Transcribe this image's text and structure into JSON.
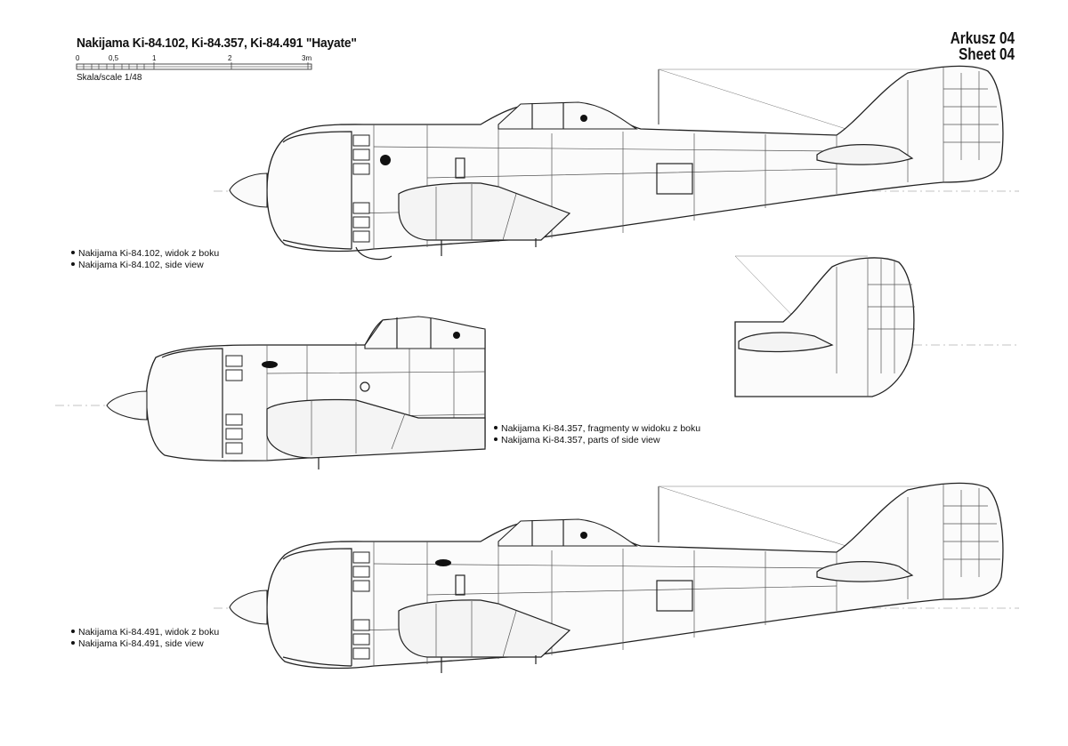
{
  "sheet": {
    "title": "Nakijama Ki-84.102, Ki-84.357, Ki-84.491 \"Hayate\"",
    "number_pl": "Arkusz 04",
    "number_en": "Sheet 04"
  },
  "scale": {
    "ticks": [
      "0",
      "0,5",
      "1",
      "2",
      "3m"
    ],
    "caption": "Skala/scale 1/48"
  },
  "views": [
    {
      "line_pl": "Nakijama Ki-84.102, widok z boku",
      "line_en": "Nakijama Ki-84.102, side view"
    },
    {
      "line_pl": "Nakijama Ki-84.357, fragmenty w widoku z boku",
      "line_en": "Nakijama Ki-84.357, parts of side view"
    },
    {
      "line_pl": "Nakijama Ki-84.491, widok z boku",
      "line_en": "Nakijama Ki-84.491, side view"
    }
  ]
}
